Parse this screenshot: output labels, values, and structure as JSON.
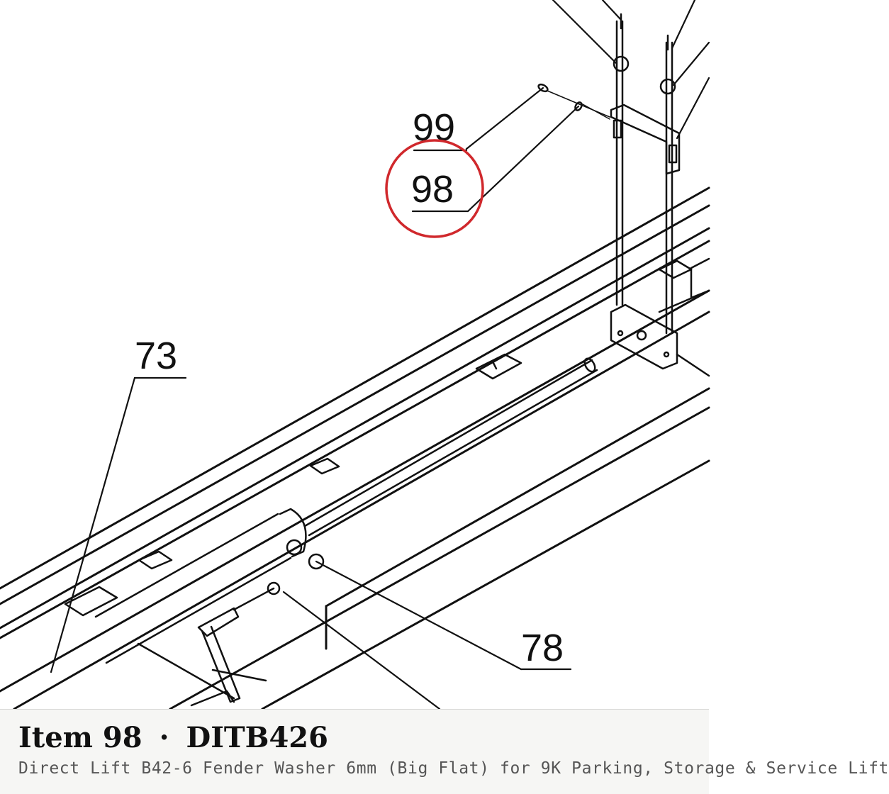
{
  "diagram": {
    "callouts": [
      {
        "id": "99",
        "label": "99"
      },
      {
        "id": "98",
        "label": "98",
        "highlighted": true
      },
      {
        "id": "73",
        "label": "73"
      },
      {
        "id": "78",
        "label": "78"
      }
    ],
    "highlight_color": "#d0282c",
    "line_color": "#111111"
  },
  "caption": {
    "item_label": "Item 98",
    "separator": "·",
    "part_number": "DITB426",
    "description": "Direct Lift B42-6 Fender Washer 6mm (Big Flat) for 9K Parking, Storage & Service Lift"
  }
}
